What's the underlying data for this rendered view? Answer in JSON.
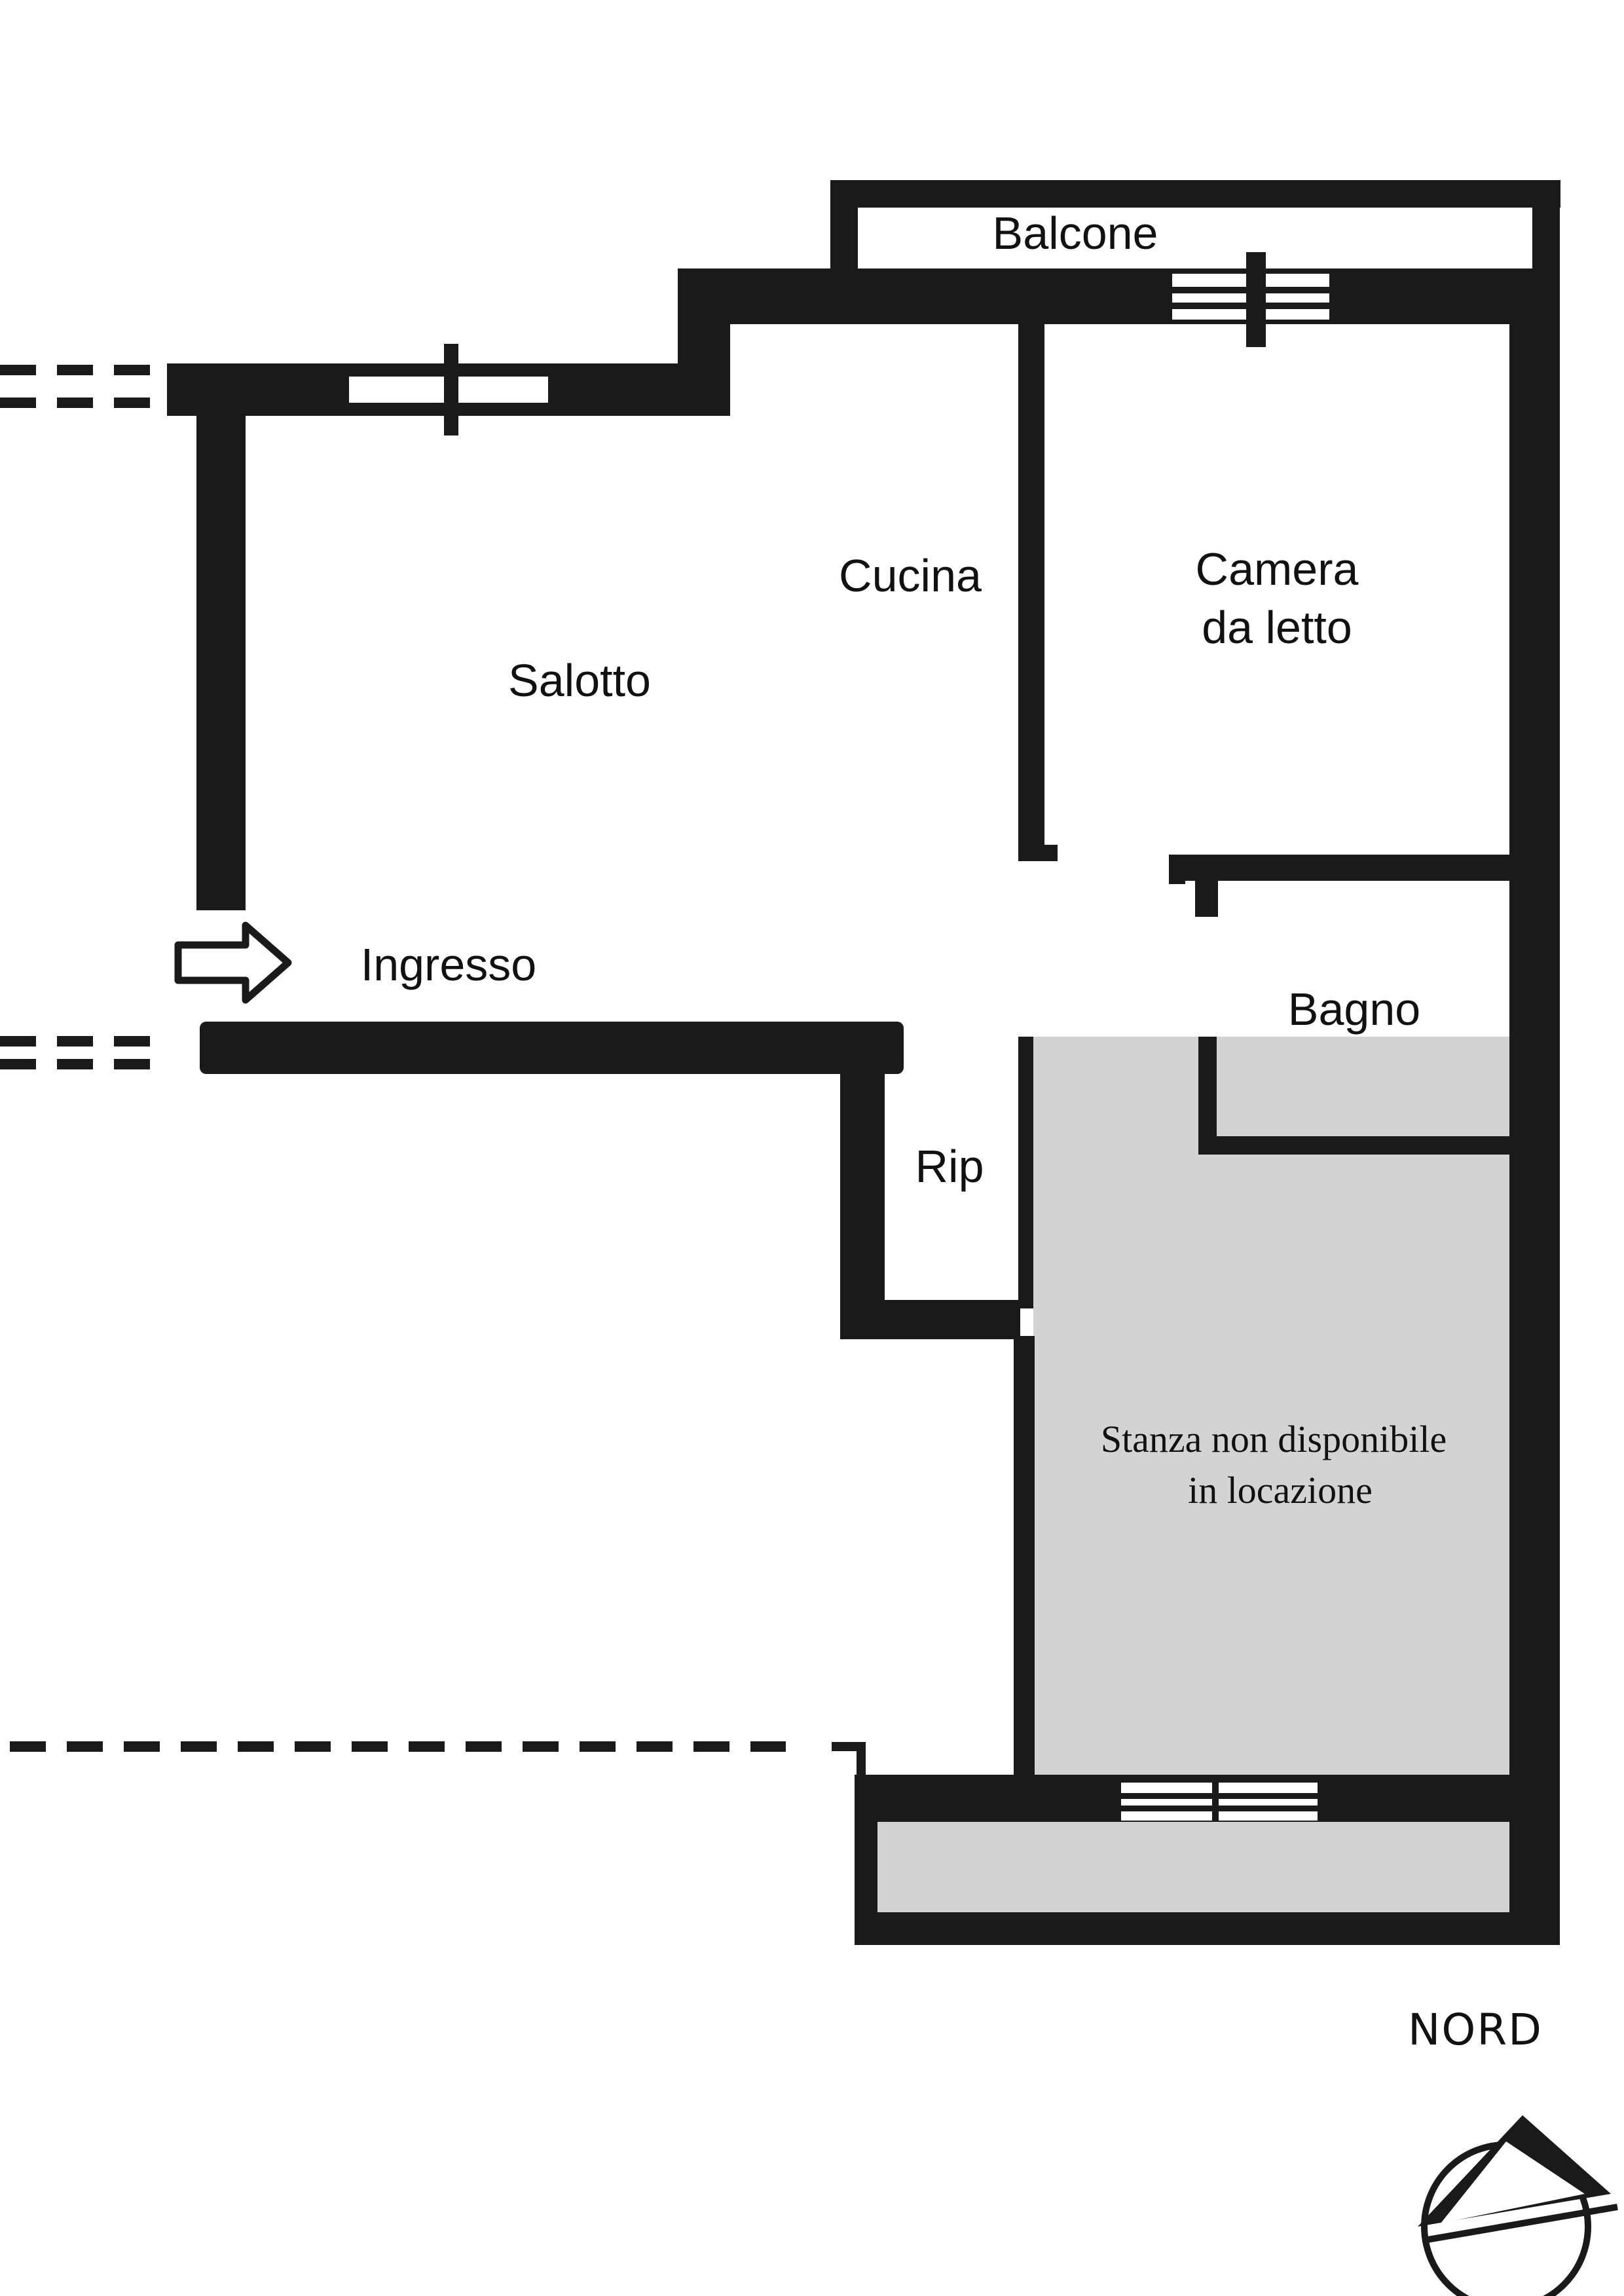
{
  "rooms": {
    "balcone": "Balcone",
    "cucina": "Cucina",
    "camera_line1": "Camera",
    "camera_line2": "da letto",
    "salotto": "Salotto",
    "ingresso": "Ingresso",
    "bagno": "Bagno",
    "rip": "Rip",
    "stanza_line1": "Stanza non disponibile",
    "stanza_line2": "in locazione"
  },
  "north": {
    "label": "NORD"
  },
  "colors": {
    "wall": "#1a1a1a",
    "unavailable_fill": "#d3d3d3",
    "background": "#ffffff"
  }
}
